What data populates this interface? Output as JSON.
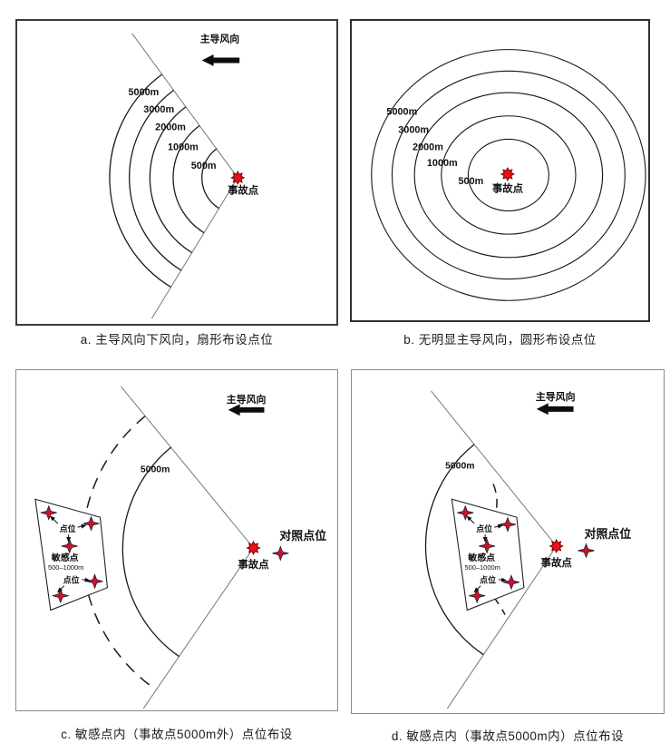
{
  "panels": {
    "a": {
      "caption": "a. 主导风向下风向，扇形布设点位",
      "wind_label": "主导风向",
      "rings": [
        "5000m",
        "3000m",
        "2000m",
        "1000m",
        "500m"
      ],
      "accident_label": "事故点"
    },
    "b": {
      "caption": "b. 无明显主导风向，圆形布设点位",
      "rings": [
        "5000m",
        "3000m",
        "2000m",
        "1000m",
        "500m"
      ],
      "accident_label": "事故点"
    },
    "c": {
      "caption": "c. 敏感点内（事故点5000m外）点位布设",
      "wind_label": "主导风向",
      "ring_label": "5000m",
      "accident_label": "事故点",
      "control_label": "对照点位",
      "sensitive_label": "敏感点",
      "range_label": "500–1000m",
      "point_label_upper": "点位",
      "point_label_lower": "点位"
    },
    "d": {
      "caption": "d. 敏感点内（事故点5000m内）点位布设",
      "wind_label": "主导风向",
      "ring_label": "5000m",
      "accident_label": "事故点",
      "control_label": "对照点位",
      "sensitive_label": "敏感点",
      "range_label": "500–1000m",
      "point_label_upper": "点位",
      "point_label_lower": "点位"
    }
  },
  "colors": {
    "accident_star": "#e8101c",
    "monitor_star": "#cf1126",
    "wind_arrow": "#0d0d0d",
    "line": "#1a1a1a"
  }
}
